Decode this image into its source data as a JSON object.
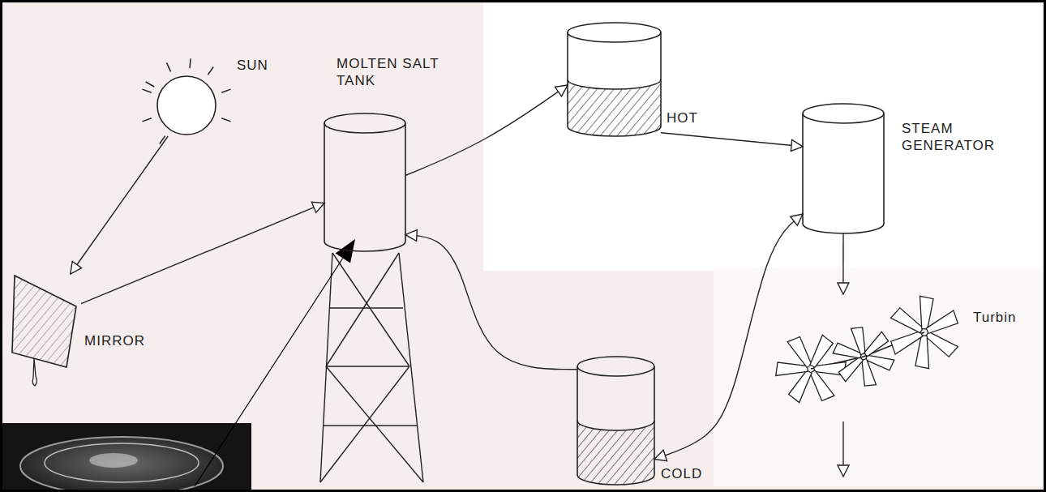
{
  "diagram": {
    "nodes": [
      {
        "text": [
          "SUN"
        ]
      },
      {
        "text": [
          "MIRROR"
        ]
      },
      {
        "text": [
          "MOLTEN SALT TANK"
        ]
      },
      {
        "text": [
          "HOT"
        ]
      },
      {
        "text": [
          "STEAM GENERATOR"
        ]
      },
      {
        "text": [
          "COLD"
        ]
      },
      {
        "text": [
          "Turbin"
        ]
      }
    ],
    "edges": [
      {
        "from": 0,
        "to": 1,
        "arrow": "to"
      },
      {
        "from": 1,
        "to": 2,
        "arrow": "to"
      },
      {
        "from": 2,
        "to": 3,
        "arrow": "to"
      },
      {
        "from": 3,
        "to": 4,
        "arrow": "to"
      },
      {
        "from": 4,
        "to": 5,
        "arrow": "both"
      },
      {
        "from": 5,
        "to": 2,
        "arrow": "to"
      },
      {
        "from": 4,
        "to": 6,
        "arrow": "to"
      }
    ]
  }
}
